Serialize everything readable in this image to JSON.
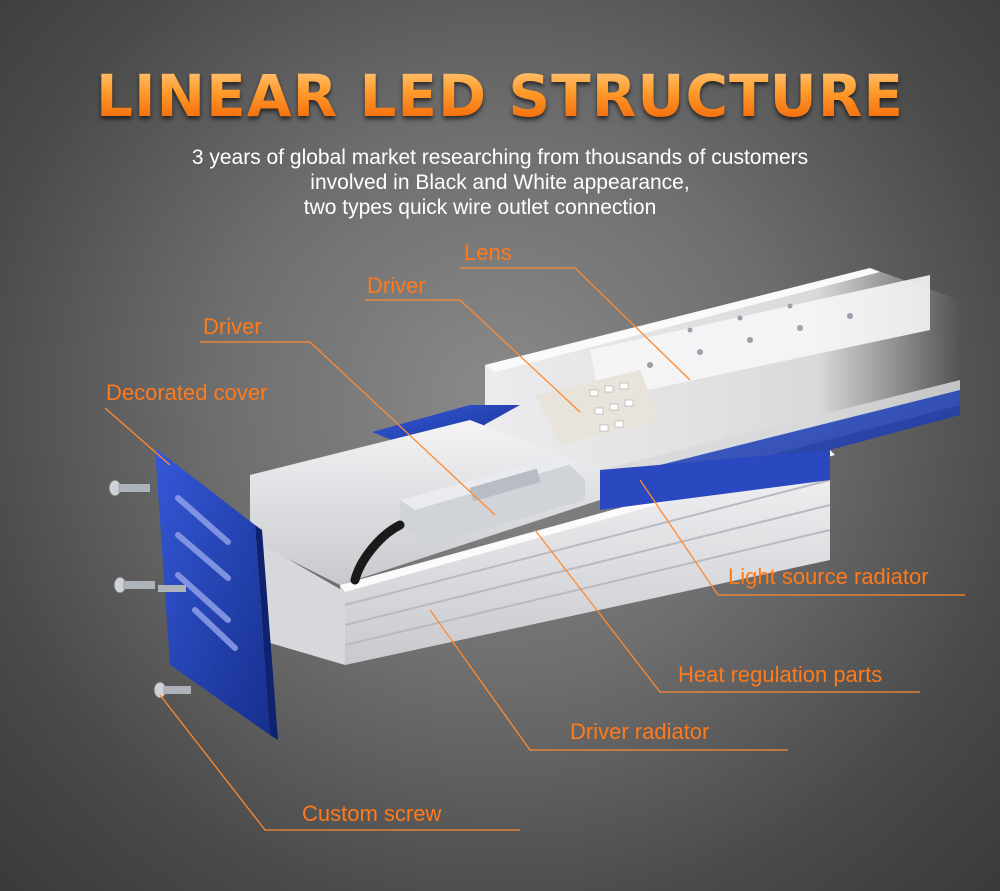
{
  "title": "LINEAR LED STRUCTURE",
  "subtitle": [
    "3 years of global market researching from thousands of customers",
    "involved in Black and White appearance,",
    "two types quick wire outlet connection"
  ],
  "labels": {
    "lens": "Lens",
    "driver_top": "Driver",
    "driver_left": "Driver",
    "decorated_cover": "Decorated cover",
    "light_source_radiator": "Light source radiator",
    "heat_regulation_parts": "Heat regulation parts",
    "driver_radiator": "Driver radiator",
    "custom_screw": "Custom screw"
  },
  "colors": {
    "accent": "#ff7a1a",
    "leader": "#ff8a30",
    "anodized_blue": "#1f3fb0",
    "aluminum": "#e8e8ea"
  }
}
